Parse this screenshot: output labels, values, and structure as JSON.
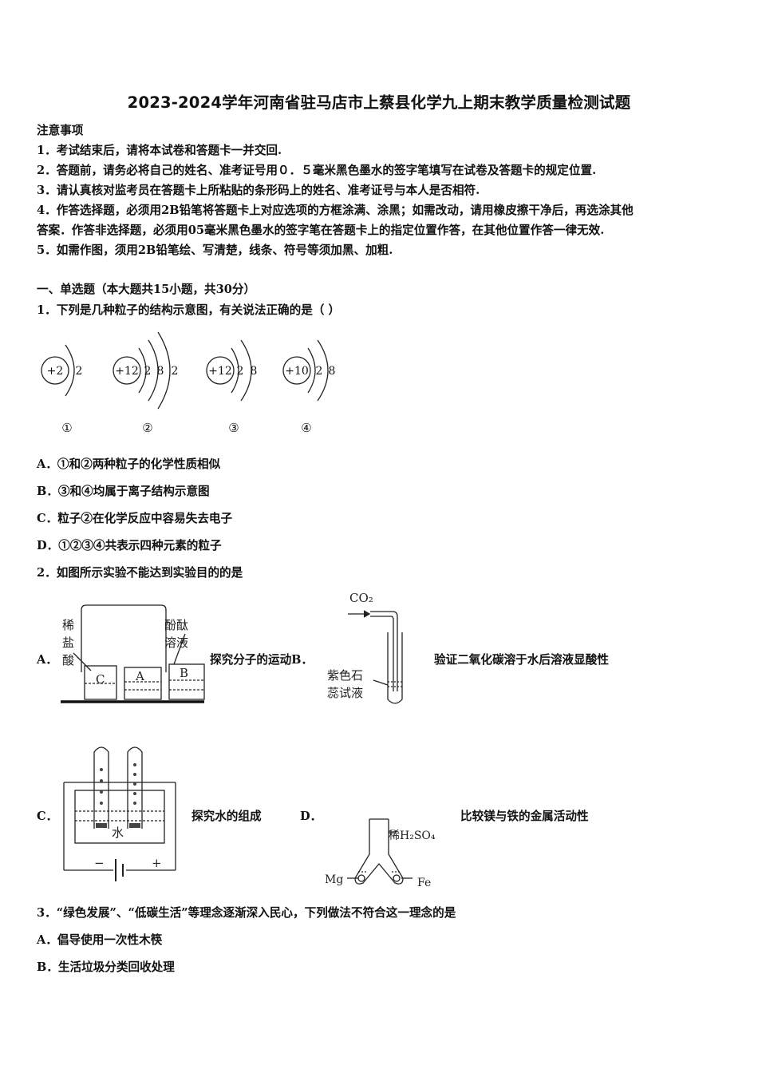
{
  "title": "2023-2024学年河南省驻马店市上蔡县化学九上期末教学质量检测试题",
  "notice": {
    "heading": "注意事项",
    "items": [
      "1．考试结束后，请将本试卷和答题卡一并交回.",
      "2．答题前，请务必将自己的姓名、准考证号用０．５毫米黑色墨水的签字笔填写在试卷及答题卡的规定位置.",
      "3．请认真核对监考员在答题卡上所粘贴的条形码上的姓名、准考证号与本人是否相符.",
      "4．作答选择题，必须用2B铅笔将答题卡上对应选项的方框涂满、涂黑；如需改动，请用橡皮擦干净后，再选涂其他",
      "答案．作答非选择题，必须用05毫米黑色墨水的签字笔在答题卡上的指定位置作答，在其他位置作答一律无效.",
      "5．如需作图，须用2B铅笔绘、写清楚，线条、符号等须加黑、加粗."
    ]
  },
  "section": "一、单选题（本大题共15小题，共30分）",
  "q1": {
    "stem": "1．下列是几种粒子的结构示意图，有关说法正确的是（  ）",
    "atoms": [
      {
        "nucleus": "+2",
        "shells": [
          "2"
        ],
        "label": "①"
      },
      {
        "nucleus": "+12",
        "shells": [
          "2",
          "8",
          "2"
        ],
        "label": "②"
      },
      {
        "nucleus": "+12",
        "shells": [
          "2",
          "8"
        ],
        "label": "③"
      },
      {
        "nucleus": "+10",
        "shells": [
          "2",
          "8"
        ],
        "label": "④"
      }
    ],
    "options": [
      "A．①和②两种粒子的化学性质相似",
      "B．③和④均属于离子结构示意图",
      "C．粒子②在化学反应中容易失去电子",
      "D．①②③④共表示四种元素的粒子"
    ]
  },
  "q2": {
    "stem": "2．如图所示实验不能达到实验目的的是",
    "A": {
      "letter": "A．",
      "caption": "探究分子的运动B．",
      "left_label": [
        "稀",
        "盐",
        "酸"
      ],
      "right_label": [
        "酚酞",
        "溶液"
      ],
      "beakers": [
        "C",
        "A",
        "B"
      ]
    },
    "B": {
      "caption": "验证二氧化碳溶于水后溶液显酸性",
      "gas": "CO₂",
      "liquid": [
        "紫色石",
        "蕊试液"
      ]
    },
    "C": {
      "letter": "C．",
      "caption": "探究水的组成",
      "water": "水",
      "minus": "−",
      "plus": "+"
    },
    "D": {
      "letter": "D．",
      "caption": "比较镁与铁的金属活动性",
      "acid": "稀H₂SO₄",
      "left_metal": "Mg",
      "right_metal": "Fe"
    }
  },
  "q3": {
    "stem": "3．“绿色发展”、“低碳生活”等理念逐渐深入民心，下列做法不符合这一理念的是",
    "options": [
      "A．倡导使用一次性木筷",
      "B．生活垃圾分类回收处理"
    ]
  }
}
